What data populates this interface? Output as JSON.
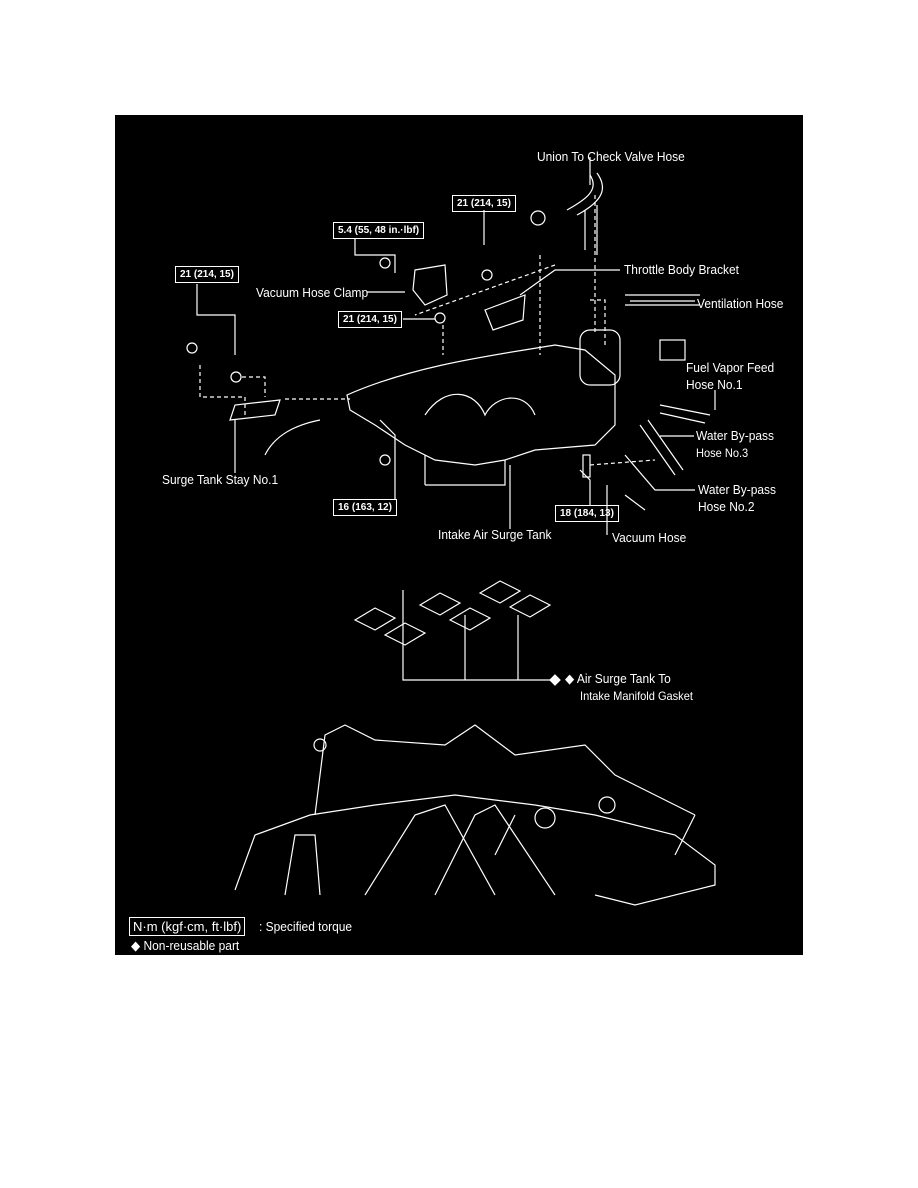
{
  "torque_specs": {
    "union_bolt": "21 (214, 15)",
    "clamp_bolt": "5.4 (55, 48 in.·lbf)",
    "stay_bolt": "21 (214, 15)",
    "bracket_bolt": "21 (214, 15)",
    "lower_nut": "16 (163, 12)",
    "lower_stud": "18 (184, 13)"
  },
  "labels": {
    "union_hose": "Union To Check Valve Hose",
    "throttle_bracket": "Throttle Body Bracket",
    "vacuum_clamp": "Vacuum Hose Clamp",
    "ventilation_hose": "Ventilation Hose",
    "fuel_vapor_1": "Fuel Vapor Feed",
    "fuel_vapor_2": "Hose No.1",
    "water3_1": "Water By-pass",
    "water3_2": "Hose No.3",
    "water2_1": "Water By-pass",
    "water2_2": "Hose No.2",
    "vacuum_hose": "Vacuum Hose",
    "stay": "Surge Tank Stay No.1",
    "surge_tank": "Intake Air Surge Tank",
    "gasket_1": "◆ Air Surge Tank To",
    "gasket_2": "Intake Manifold Gasket"
  },
  "legend": {
    "torque_unit": "N·m (kgf·cm, ft·lbf)",
    "torque_text": ": Specified torque",
    "nonreusable": "◆ Non-reusable part"
  }
}
